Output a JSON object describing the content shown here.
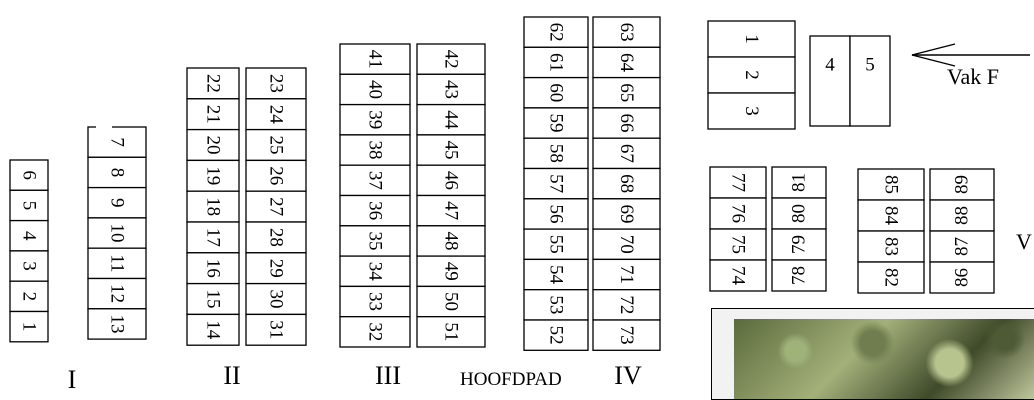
{
  "diagram": {
    "main_path_label": "HOOFDPAD",
    "block_labels": [
      "I",
      "II",
      "III",
      "IV"
    ],
    "vak_f_label": "Vak F",
    "edge_label": "V",
    "block_I": {
      "left_column": [
        "6",
        "5",
        "4",
        "3",
        "2",
        "1"
      ],
      "right_column": [
        "7",
        "8",
        "9",
        "10",
        "11",
        "12",
        "13"
      ]
    },
    "block_II": {
      "left_column": [
        "22",
        "21",
        "20",
        "19",
        "18",
        "17",
        "16",
        "15",
        "14"
      ],
      "right_column": [
        "23",
        "24",
        "25",
        "26",
        "27",
        "28",
        "29",
        "30",
        "31"
      ]
    },
    "block_III": {
      "left_column": [
        "41",
        "40",
        "39",
        "38",
        "37",
        "36",
        "35",
        "34",
        "33",
        "32"
      ],
      "right_column": [
        "42",
        "43",
        "44",
        "45",
        "46",
        "47",
        "48",
        "49",
        "50",
        "51"
      ]
    },
    "block_IV": {
      "left_column": [
        "62",
        "61",
        "60",
        "59",
        "58",
        "57",
        "56",
        "55",
        "54",
        "53",
        "52"
      ],
      "right_column": [
        "63",
        "64",
        "65",
        "66",
        "67",
        "68",
        "69",
        "70",
        "71",
        "72",
        "73"
      ]
    },
    "vak_f": {
      "column_a": [
        "1",
        "2",
        "3"
      ],
      "column_b": [
        "4",
        "5"
      ]
    },
    "block_right_a": {
      "left_column": [
        "77",
        "76",
        "75",
        "74"
      ],
      "right_column": [
        "81",
        "80",
        "79",
        "78"
      ]
    },
    "block_right_b": {
      "left_column": [
        "85",
        "84",
        "83",
        "82"
      ],
      "right_column": [
        "89",
        "88",
        "87",
        "86"
      ]
    }
  }
}
